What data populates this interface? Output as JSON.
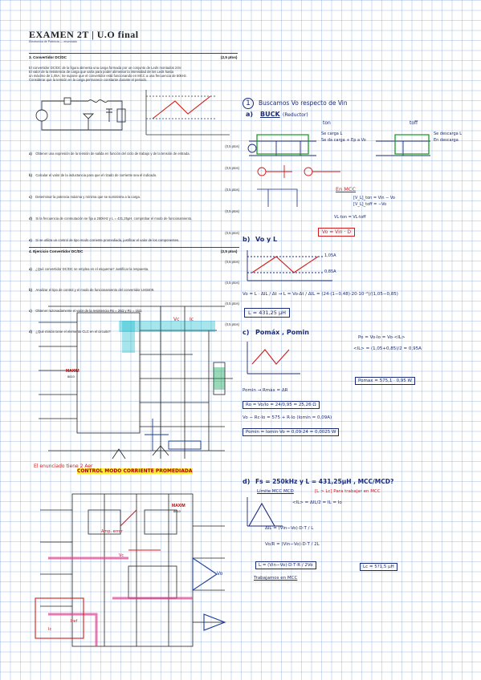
{
  "header": {
    "title": "EXAMEN 2T | U.O final",
    "subtitle": "Electronica de Potencia — enunciado"
  },
  "q3": {
    "heading": "3. Convertidor DC/DC",
    "points": "(2,5 ptos)",
    "intro": [
      "El convertidor DC/DC de la figura alimenta una carga formada por un conjunto de Leds montados 24V.",
      "El valor de la resistencia de carga que varía para poder alimentar la intensidad de los Leds hasta",
      "un máximo de 1,05A. Se supone que el convertidor está funcionando en MCC a una frecuencia de 50kHz.",
      "Considerar que la tensión en la carga permanece constante durante el periodo."
    ],
    "items": [
      {
        "letter": "a)",
        "text": "Obtener una expresión de la tensión de salida en función del ciclo de trabajo y de la tensión de entrada.",
        "pts": "(0,5 ptos)"
      },
      {
        "letter": "b)",
        "text": "Calcular el valor de la inductancia para que el rizado de corriente sea el indicado.",
        "pts": "(0,5 ptos)"
      },
      {
        "letter": "c)",
        "text": "Determinar la potencia máxima y mínima que se suministra a la carga.",
        "pts": "(0,5 ptos)"
      },
      {
        "letter": "d)",
        "text": "Si la frecuencia de conmutación se fija a 250kHz y L = 431,25μH, comprobar el modo de funcionamiento.",
        "pts": "(0,5 ptos)"
      },
      {
        "letter": "e)",
        "text": "Si se utiliza un control de tipo modo corriente promediada, justificar el valor de los componentes.",
        "pts": "(0,5 ptos)"
      }
    ]
  },
  "q4": {
    "heading": "4. Ejercicio Convertidor DC/DC",
    "points": "(2,5 ptos)",
    "items": [
      {
        "letter": "a)",
        "text": "¿Qué convertidor DC/DC se emplea en el esquema? Justificar la respuesta.",
        "pts": "(0,5 ptos)"
      },
      {
        "letter": "b)",
        "text": "Analizar el tipo de control y el modo de funcionamiento del convertidor LM3409.",
        "pts": "(0,5 ptos)"
      },
      {
        "letter": "c)",
        "text": "Obtener razonadamente el valor de la resistencia Rs = 2kΩ y Rc = 1kΩ.",
        "pts": "(0,5 ptos)"
      },
      {
        "letter": "d)",
        "text": "¿Qué misión tiene el elemento CLC en el circuito?",
        "pts": "(0,5 ptos)"
      }
    ],
    "chip_brand": "MAXIM",
    "chip_part": "8610",
    "chip_brand2": "MAXIM",
    "chip_part2": "8610"
  },
  "notes": {
    "s1_num": "1",
    "s1_title": "Buscamos Vo respecto de Vin",
    "a_label": "a)",
    "a_title": "BUCK",
    "a_sub": "(Reductor)",
    "ton": "ton",
    "toff": "toff",
    "on_notes": [
      "Se carga L",
      "Se da carga + Ep a Vo"
    ],
    "off_notes": [
      "Se descarga L",
      "En descarga"
    ],
    "mcc_title": "En MCC",
    "mcc_eq": [
      "[V_L]_ton = Vin − Vo",
      "[V_L]_toff = −Vo",
      "VL·ton = VL·toff"
    ],
    "final_eq": "Vo = Vin · D",
    "b_label": "b)",
    "b_title": "Vo y L",
    "b_vals": [
      "1,05A",
      "0,85A"
    ],
    "b_eq": "Vo = L · ΔIL / Δt  →  L = Vo·Δt / ΔIL = (24·(1−0,48)·20·10⁻⁶)/(1,05−0,85)",
    "b_result": "L = 431,25 μH",
    "c_label": "c)",
    "c_title": "Pomáx , Pomin",
    "c_eq1": "Po = Vo·Io = Vo·<IL>",
    "c_eq2": "<IL> = (1,05+0,85)/2 = 0,95A",
    "c_pmax": "Pomax = 575,1 · 0,95 W",
    "c_lines": [
      "Pomin → Rmáx = ΔR",
      "Ro = Vo/Io = 24/0,95 = 25,26 Ω",
      "Vo − Rc·Io = 575 + R·Io  (Iomín = 0,09A)",
      "Pomin = Iomin·Vo = 0,09·24 = 0,0025 W"
    ],
    "d_label": "d)",
    "d_title": "Fs = 250kHz  y  L = 431,25μH , MCC/MCD?",
    "d_sub": "Límite MCC MCD",
    "d_note": "[L > Lc]  Para trabajar en MCC",
    "d_lines": [
      "<IL> = ΔIL/2 = IL = Io",
      "ΔIL = (Vin−Vo)·D·T / L",
      "Vo/R = (Vin−Vo)·D·T / 2L",
      "L = (Vin−Vo)·D·T·R / 2Vo"
    ],
    "d_result": "Lc = 5?1,5 μH",
    "d_conclusion": "Trabajamos en MCC",
    "e_note": "El enunciado tiene 2 Aer",
    "e_title": "CONTROL MODO CORRIENTE PROMEDIADA",
    "e_tags": [
      "Vo",
      "Vc",
      "Ic",
      "Amp. error",
      "Iref"
    ]
  }
}
